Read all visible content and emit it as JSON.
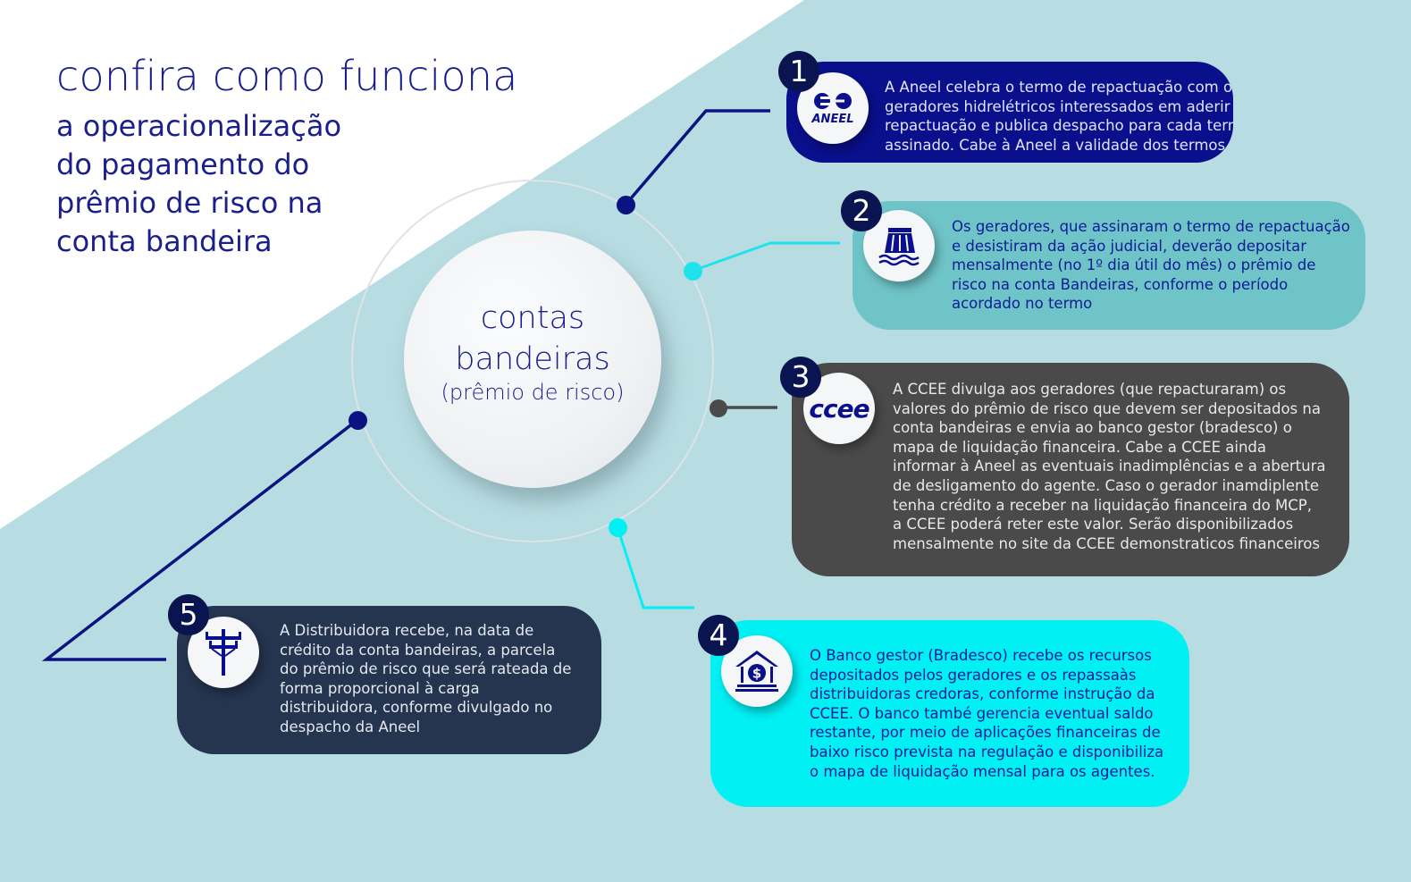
{
  "colors": {
    "navy": "#0a0f8c",
    "teal": "#6fc4c7",
    "gray": "#4a4a4a",
    "cyan": "#00f0f4",
    "dark_blue": "#25344f",
    "background": "#b7dde2"
  },
  "header": {
    "title": "confira como funciona",
    "subtitle_lines": [
      "a operacionalização",
      "do pagamento do",
      "prêmio de risco na",
      "conta bandeira"
    ]
  },
  "center": {
    "line1": "contas",
    "line2": "bandeiras",
    "line3": "(prêmio de risco)"
  },
  "steps": [
    {
      "number": "1",
      "icon": "aneel-logo-icon",
      "logo_text": "ANEEL",
      "lines": [
        "A Aneel celebra o termo de repactuação com os",
        "geradores hidrelétricos interessados em aderir à",
        "repactuação e publica despacho para cada termo",
        "assinado. Cabe à Aneel a validade dos termos."
      ]
    },
    {
      "number": "2",
      "icon": "hydro-dam-icon",
      "lines": [
        "Os geradores, que assinaram o termo de repactuação",
        "e desistiram da ação judicial, deverão depositar",
        "mensalmente (no 1º dia útil do mês) o prêmio de",
        "risco na conta Bandeiras, conforme o período",
        "acordado no termo"
      ]
    },
    {
      "number": "3",
      "icon": "ccee-logo-icon",
      "logo_text": "ccee",
      "lines": [
        "A CCEE divulga aos geradores (que repacturaram) os",
        "valores do prêmio de risco que devem ser depositados na",
        "conta bandeiras e envia ao banco gestor (bradesco) o",
        "mapa de liquidação financeira. Cabe a CCEE ainda",
        "informar à Aneel as eventuais inadimplências e a abertura",
        "de desligamento do agente. Caso o gerador inamdiplente",
        "tenha crédito a receber na liquidação financeira do MCP,",
        "a CCEE poderá reter este valor. Serão disponibilizados",
        "mensalmente no site da CCEE demonstraticos financeiros"
      ]
    },
    {
      "number": "4",
      "icon": "bank-dollar-icon",
      "lines": [
        "O Banco gestor (Bradesco) recebe os recursos",
        "depositados pelos geradores e os repassaàs",
        "distribuidoras credoras, conforme instrução da",
        "CCEE. O banco també gerencia eventual saldo",
        "restante, por meio de aplicações financeiras de",
        "baixo risco prevista na regulação e disponibiliza",
        "o mapa de liquidação mensal para os agentes."
      ]
    },
    {
      "number": "5",
      "icon": "power-pole-icon",
      "lines": [
        "A Distribuidora recebe, na data de",
        "crédito da conta bandeiras, a parcela",
        "do prêmio de risco que será rateada de",
        "forma proporcional à carga",
        "distribuidora, conforme divulgado no",
        "despacho da Aneel"
      ]
    }
  ]
}
